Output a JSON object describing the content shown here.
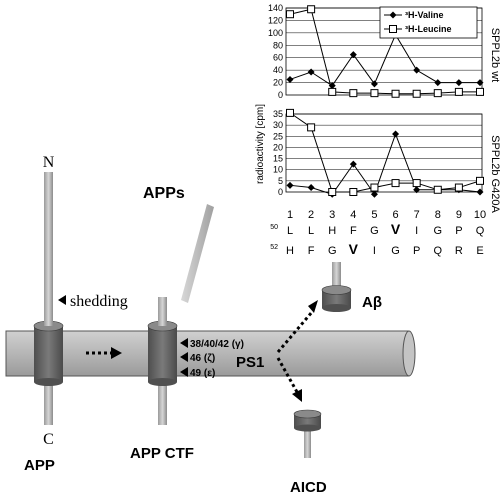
{
  "diagram": {
    "labels": {
      "n_terminus": "N",
      "c_terminus": "C",
      "shedding": "shedding",
      "apps": "APPs",
      "app": "APP",
      "app_ctf": "APP CTF",
      "ps1": "PS1",
      "abeta": "Aβ",
      "aicd": "AICD"
    },
    "cleavage_sites": [
      {
        "label": "38/40/42 (γ)"
      },
      {
        "label": "46 (ζ)"
      },
      {
        "label": "49 (ε)"
      }
    ],
    "colors": {
      "membrane": "#b0b0b0",
      "cylinder": "#666666",
      "rod": "#a8a8a8"
    }
  },
  "chart_data": {
    "type": "line",
    "ylabel": "radioactivity [cpm]",
    "x": [
      1,
      2,
      3,
      4,
      5,
      6,
      7,
      8,
      9,
      10
    ],
    "legend": {
      "entries": [
        "³H-Valine",
        "³H-Leucine"
      ],
      "placement": "top-right"
    },
    "panels": [
      {
        "title": "SPPL2b wt",
        "ylim": [
          0,
          140
        ],
        "yticks": [
          0,
          20,
          40,
          60,
          80,
          100,
          120,
          140
        ],
        "series": [
          {
            "name": "³H-Valine",
            "marker": "diamond",
            "values": [
              25,
              37,
              15,
              65,
              18,
              97,
              40,
              20,
              20,
              20
            ]
          },
          {
            "name": "³H-Leucine",
            "marker": "square",
            "values": [
              130,
              138,
              5,
              3,
              3,
              2,
              2,
              3,
              5,
              5
            ]
          }
        ]
      },
      {
        "title": "SPPL2b G420A",
        "ylim": [
          0,
          35
        ],
        "yticks": [
          0,
          5,
          10,
          15,
          20,
          25,
          30,
          35
        ],
        "series": [
          {
            "name": "³H-Valine",
            "marker": "diamond",
            "values": [
              3,
              2,
              -1,
              12.5,
              -1,
              26,
              1,
              1,
              1,
              0
            ]
          },
          {
            "name": "³H-Leucine",
            "marker": "square",
            "values": [
              35.5,
              29,
              0,
              0,
              2,
              4,
              4,
              1,
              2,
              5
            ]
          }
        ]
      }
    ],
    "sequence": {
      "row50": {
        "prefix": "50",
        "residues": [
          "L",
          "L",
          "H",
          "F",
          "G",
          "V",
          "I",
          "G",
          "P",
          "Q"
        ]
      },
      "row52": {
        "prefix": "52",
        "residues": [
          "H",
          "F",
          "G",
          "V",
          "I",
          "G",
          "P",
          "Q",
          "R",
          "E"
        ]
      }
    }
  }
}
